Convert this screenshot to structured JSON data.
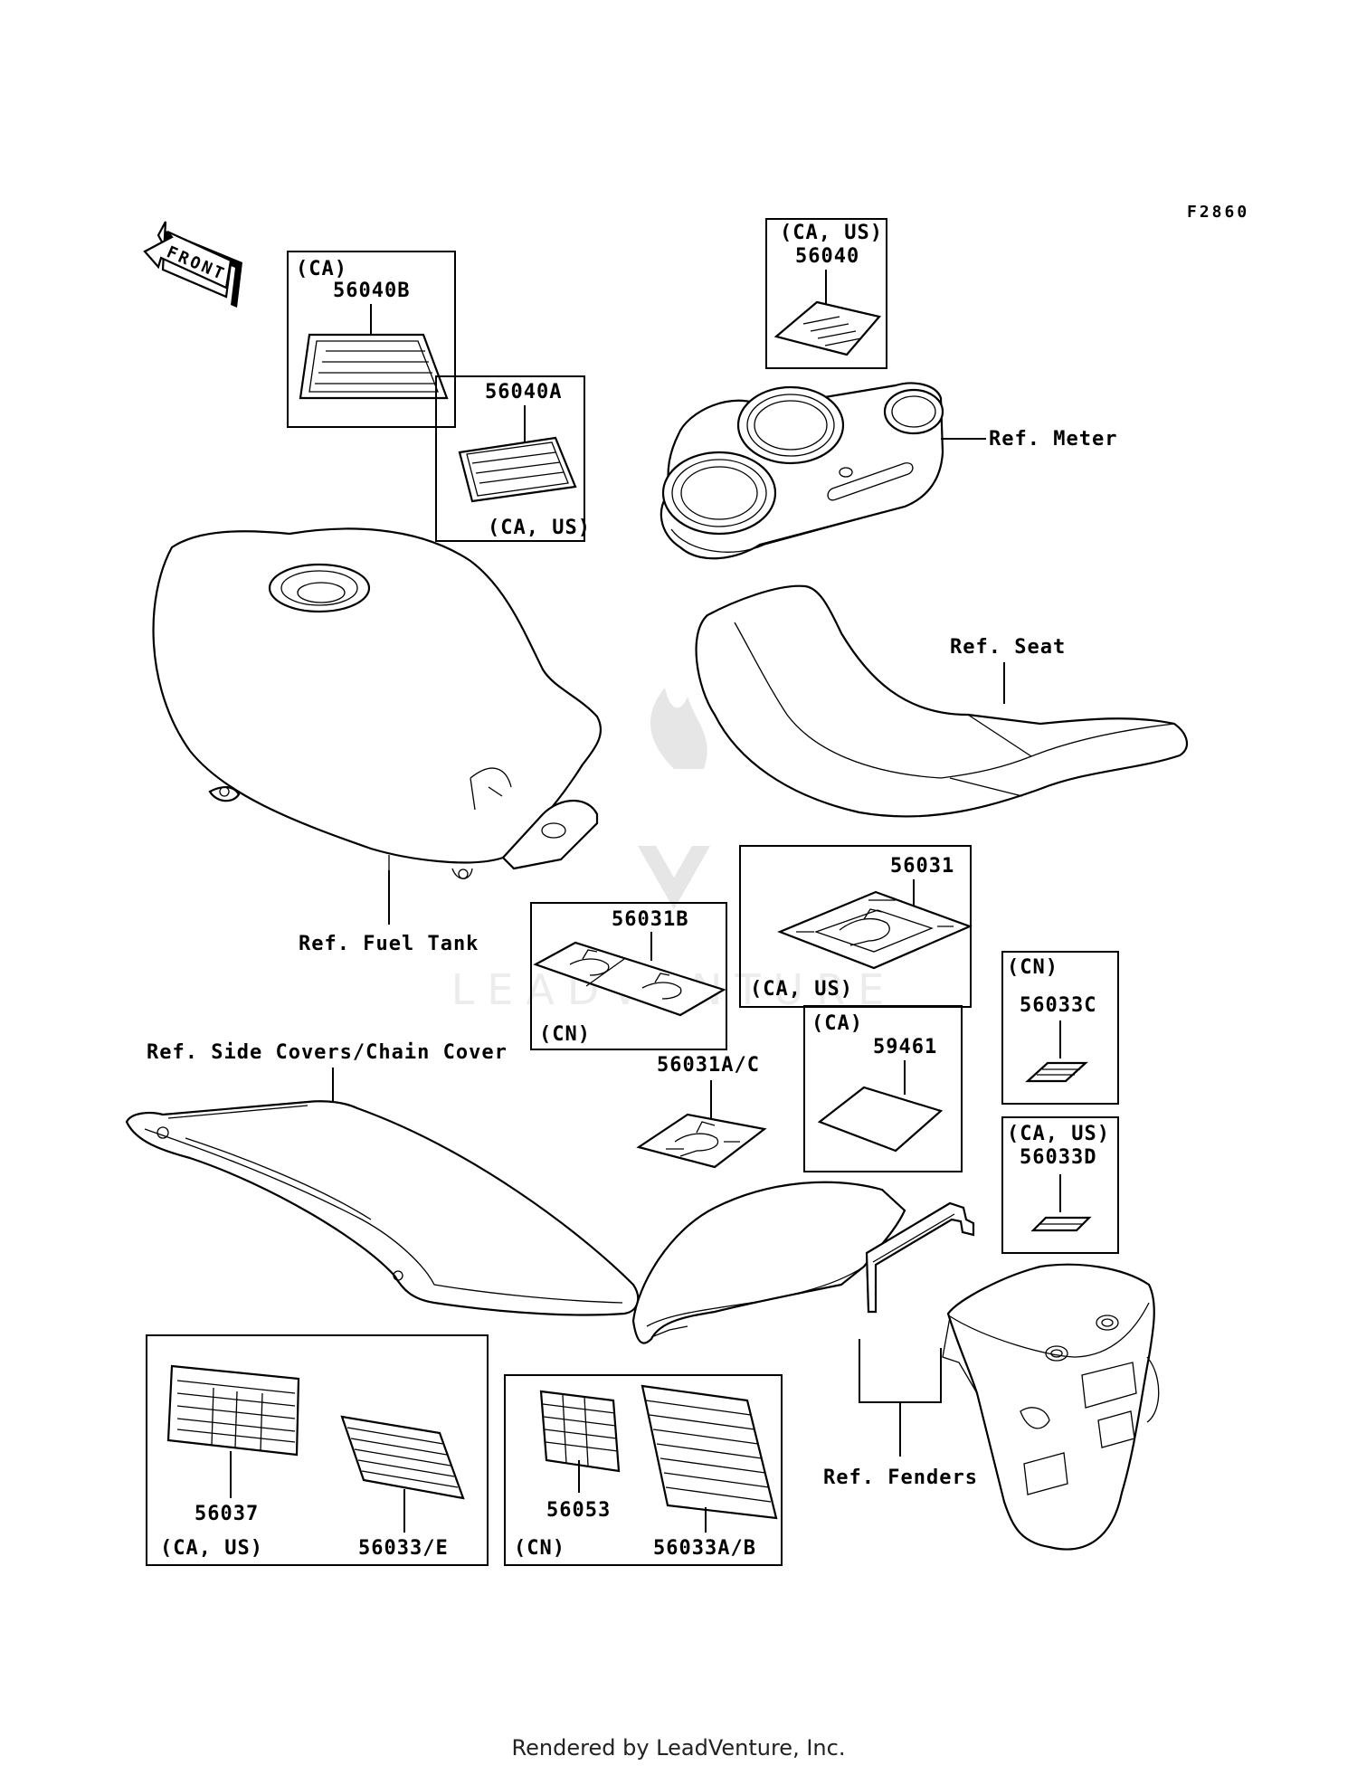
{
  "diagram_code": "F2860",
  "front_label": "FRONT",
  "watermark": "LEADVENTURE",
  "footer": "Rendered by LeadVenture, Inc.",
  "callouts": {
    "p56040B": {
      "part": "56040B",
      "region": "(CA)"
    },
    "p56040A": {
      "part": "56040A",
      "region": "(CA, US)"
    },
    "p56040": {
      "part": "56040",
      "region": "(CA, US)"
    },
    "p56031B": {
      "part": "56031B",
      "region": "(CN)"
    },
    "p56031": {
      "part": "56031",
      "region": "(CA, US)"
    },
    "p56033C": {
      "part": "56033C",
      "region": "(CN)"
    },
    "p56033D": {
      "part": "56033D",
      "region": "(CA, US)"
    },
    "p59461": {
      "part": "59461",
      "region": "(CA)"
    },
    "p56031AC": {
      "part": "56031A/C"
    },
    "p56037": {
      "part": "56037"
    },
    "p56033E": {
      "part": "56033/E"
    },
    "grp_left_region": "(CA, US)",
    "p56053": {
      "part": "56053"
    },
    "p56033AB": {
      "part": "56033A/B"
    },
    "grp_right_region": "(CN)"
  },
  "references": {
    "meter": "Ref. Meter",
    "seat": "Ref. Seat",
    "fuel_tank": "Ref. Fuel Tank",
    "side_covers": "Ref. Side Covers/Chain Cover",
    "fenders": "Ref. Fenders"
  }
}
